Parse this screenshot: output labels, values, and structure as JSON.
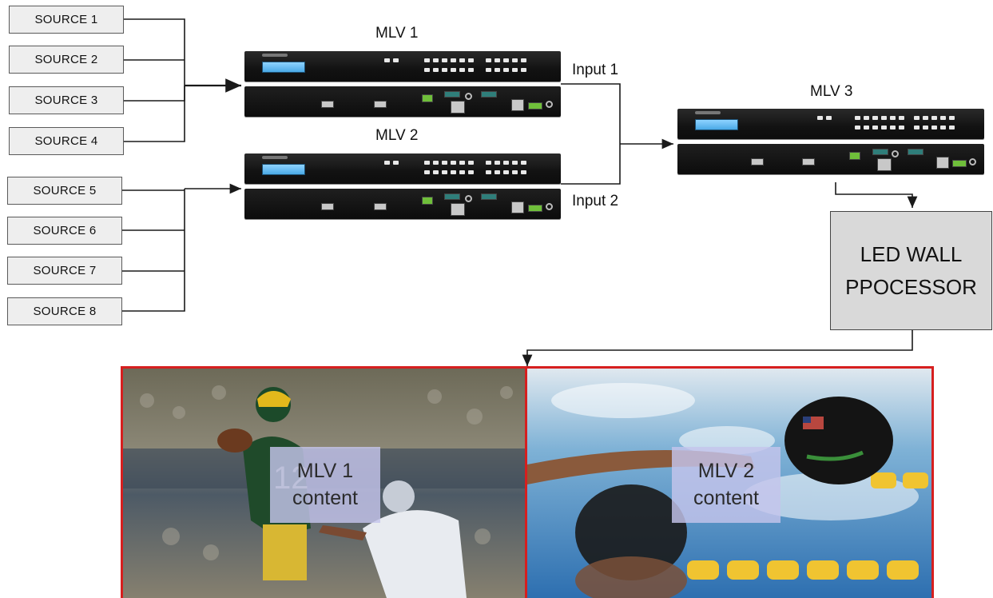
{
  "sources": [
    "SOURCE 1",
    "SOURCE 2",
    "SOURCE 3",
    "SOURCE 4",
    "SOURCE 5",
    "SOURCE 6",
    "SOURCE 7",
    "SOURCE 8"
  ],
  "mlv1": {
    "title": "MLV 1"
  },
  "mlv2": {
    "title": "MLV 2"
  },
  "mlv3": {
    "title": "MLV 3"
  },
  "inputs": {
    "input1": "Input 1",
    "input2": "Input 2"
  },
  "led_processor": {
    "line1": "LED WALL",
    "line2": "PPOCESSOR"
  },
  "display": {
    "left": {
      "line1": "MLV 1",
      "line2": "content"
    },
    "right": {
      "line1": "MLV 2",
      "line2": "content"
    },
    "border_color": "#d61f1f"
  },
  "colors": {
    "wire": "#1a1a1a",
    "box_fill": "#eeeeee",
    "processor_fill": "#d9d9d9"
  }
}
